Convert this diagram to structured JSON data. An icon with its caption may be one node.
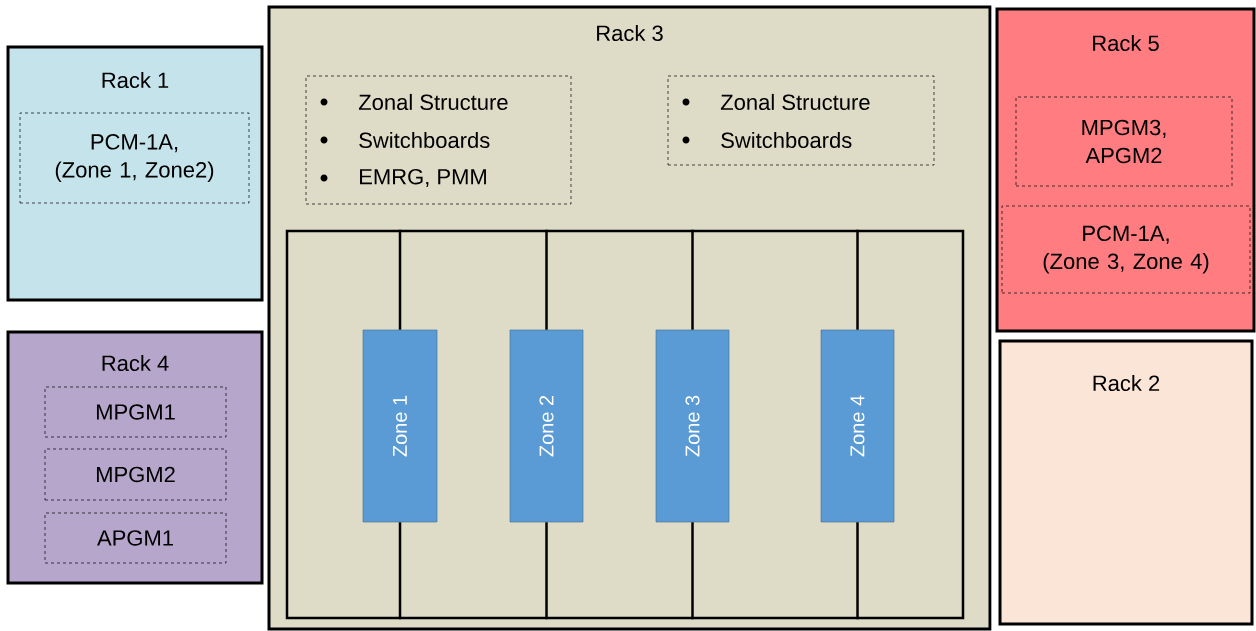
{
  "diagram": {
    "nodes": [
      {
        "text": [
          "Rack 1"
        ]
      },
      {
        "text": [
          "PCM-1A,",
          "(Zone 1, Zone2)"
        ],
        "in": 0
      },
      {
        "text": [
          "Rack 4"
        ]
      },
      {
        "text": [
          "MPGM1"
        ],
        "in": 2
      },
      {
        "text": [
          "MPGM2"
        ],
        "in": 2
      },
      {
        "text": [
          "APGM1"
        ],
        "in": 2
      },
      {
        "text": [
          "Rack 3"
        ]
      },
      {
        "text": [
          "Zonal Structure",
          "Switchboards",
          "EMRG, PMM"
        ],
        "in": 6
      },
      {
        "text": [
          "Zonal Structure",
          "Switchboards"
        ],
        "in": 6
      },
      {
        "text": [],
        "shape": "box",
        "in": 6
      },
      {
        "text": [
          "Zone 1"
        ],
        "in": 9
      },
      {
        "text": [
          "Zone 2"
        ],
        "in": 9
      },
      {
        "text": [
          "Zone 3"
        ],
        "in": 9
      },
      {
        "text": [
          "Zone 4"
        ],
        "in": 9
      },
      {
        "text": [
          "Rack 5"
        ]
      },
      {
        "text": [
          "MPGM3,",
          "APGM2"
        ],
        "in": 14
      },
      {
        "text": [
          "PCM-1A,",
          "(Zone 3, Zone 4)"
        ],
        "in": 14
      },
      {
        "text": [
          "Rack 2"
        ]
      }
    ],
    "edges": [
      {
        "from": 10,
        "to": 9,
        "arrow": "none"
      },
      {
        "from": 11,
        "to": 9,
        "arrow": "none"
      },
      {
        "from": 12,
        "to": 9,
        "arrow": "none"
      },
      {
        "from": 13,
        "to": 9,
        "arrow": "none"
      },
      {
        "from": 10,
        "to": 9,
        "arrow": "none"
      },
      {
        "from": 11,
        "to": 9,
        "arrow": "none"
      },
      {
        "from": 12,
        "to": 9,
        "arrow": "none"
      },
      {
        "from": 13,
        "to": 9,
        "arrow": "none"
      }
    ]
  }
}
